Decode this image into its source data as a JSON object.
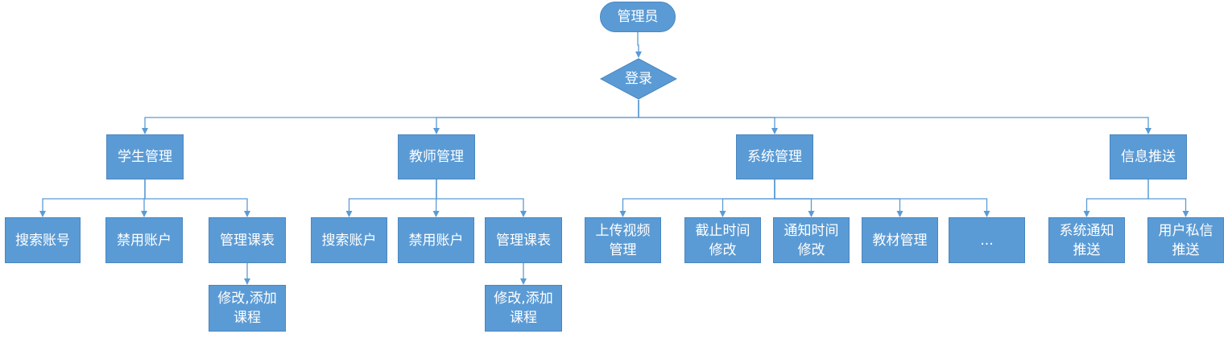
{
  "diagram": {
    "colors": {
      "node_fill": "#5b9bd5",
      "node_border": "#4a86bf",
      "connector": "#5b9bd5",
      "text": "#ffffff"
    },
    "nodes": {
      "admin": "管理员",
      "login": "登录",
      "student_mgmt": "学生管理",
      "teacher_mgmt": "教师管理",
      "system_mgmt": "系统管理",
      "info_push": "信息推送",
      "s_search": "搜索账号",
      "s_disable": "禁用账户",
      "s_schedule": "管理课表",
      "s_modify": "修改,添加课程",
      "t_search": "搜索账户",
      "t_disable": "禁用账户",
      "t_schedule": "管理课表",
      "t_modify": "修改,添加课程",
      "sys_upload": "上传视频管理",
      "sys_deadline": "截止时间修改",
      "sys_notice_time": "通知时间修改",
      "sys_textbook": "教材管理",
      "sys_more": "...",
      "push_system": "系统通知推送",
      "push_private": "用户私信推送"
    },
    "edges": [
      [
        "admin",
        "login"
      ],
      [
        "login",
        "student_mgmt"
      ],
      [
        "login",
        "teacher_mgmt"
      ],
      [
        "login",
        "system_mgmt"
      ],
      [
        "login",
        "info_push"
      ],
      [
        "student_mgmt",
        "s_search"
      ],
      [
        "student_mgmt",
        "s_disable"
      ],
      [
        "student_mgmt",
        "s_schedule"
      ],
      [
        "s_schedule",
        "s_modify"
      ],
      [
        "teacher_mgmt",
        "t_search"
      ],
      [
        "teacher_mgmt",
        "t_disable"
      ],
      [
        "teacher_mgmt",
        "t_schedule"
      ],
      [
        "t_schedule",
        "t_modify"
      ],
      [
        "system_mgmt",
        "sys_upload"
      ],
      [
        "system_mgmt",
        "sys_deadline"
      ],
      [
        "system_mgmt",
        "sys_notice_time"
      ],
      [
        "system_mgmt",
        "sys_textbook"
      ],
      [
        "system_mgmt",
        "sys_more"
      ],
      [
        "info_push",
        "push_system"
      ],
      [
        "info_push",
        "push_private"
      ]
    ]
  }
}
